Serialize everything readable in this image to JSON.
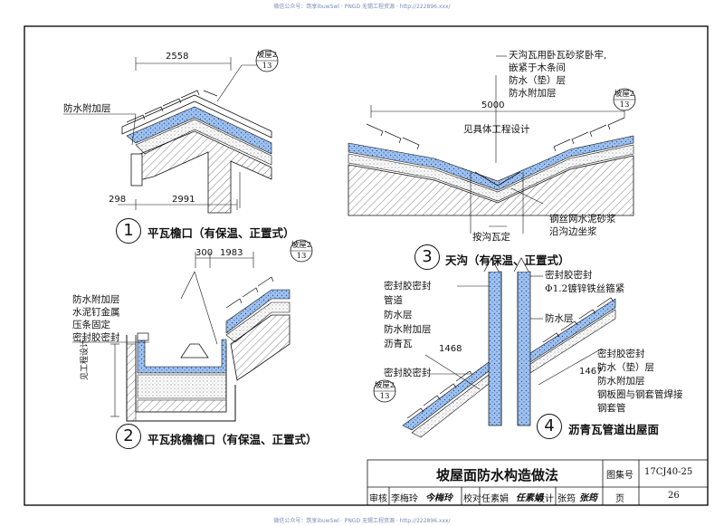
{
  "watermark_top": "微信公众号：筑享ibuwSwl · PNGD 无锡工程资源 · http://222896.xxx/",
  "watermark_bottom": "微信公众号：筑享ibuwSwl · PNGD 无锡工程资源 · http://222896.xxx/",
  "detail1": {
    "number": "1",
    "caption": "平瓦檐口（有保温、正置式）",
    "dim_top": "2558",
    "dim_bottom_left": "298",
    "dim_bottom": "2991",
    "ref_line1": "坡屋2",
    "ref_line2": "13",
    "labels": [
      "防水附加层"
    ]
  },
  "detail2": {
    "number": "2",
    "caption": "平瓦挑檐檐口（有保温、正置式）",
    "dim_left": "300",
    "dim_right": "1983",
    "ref_line1": "坡屋2",
    "ref_line2": "13",
    "labels": [
      "防水附加层",
      "水泥钉金属",
      "压条固定",
      "密封胶密封"
    ],
    "vertical_label": "见工程设计"
  },
  "detail3": {
    "number": "3",
    "caption": "天沟（有保温、正置式）",
    "dim_top": "5000",
    "note_design": "见具体工程设计",
    "note_gutter": "按沟瓦定",
    "labels_top": [
      "天沟瓦用卧瓦砂浆卧牢,",
      "嵌紧于木条间",
      "防水（垫）层",
      "防水附加层"
    ],
    "labels_bottom": [
      "钢丝网水泥砂浆",
      "沿沟边坐浆"
    ],
    "ref_line1": "坡屋2",
    "ref_line2": "13"
  },
  "detail4": {
    "number": "4",
    "caption": "沥青瓦管道出屋面",
    "dim_a": "1468",
    "dim_b": "1467",
    "labels_left": [
      "密封胶密封",
      "管道",
      "防水层",
      "防水附加层",
      "沥青瓦"
    ],
    "label_seal_left": "密封胶密封",
    "labels_right_top": [
      "密封胶密封",
      "Φ1.2镀锌铁丝箍紧"
    ],
    "label_waterproof": "防水层",
    "labels_right": [
      "密封胶密封",
      "防水（垫）层",
      "防水附加层",
      "钢板圈与钢套管焊接",
      "钢套管"
    ],
    "ref_line1": "坡屋2",
    "ref_line2": "13"
  },
  "title_block": {
    "title": "坡屋面防水构造做法",
    "atlas_label": "图集号",
    "atlas_no": "17CJ40-25",
    "review_label": "审核",
    "review_name": "李梅玲",
    "review_sig": "今梅玲",
    "check_label": "校对",
    "check_name": "任素娟",
    "check_sig": "任素娟",
    "design_label": "设计",
    "design_name": "张筠",
    "design_sig": "张筠",
    "page_label": "页",
    "page_no": "26"
  },
  "colors": {
    "line": "#111111",
    "waterproof": "#8fb3e8",
    "hatch": "#555555"
  }
}
